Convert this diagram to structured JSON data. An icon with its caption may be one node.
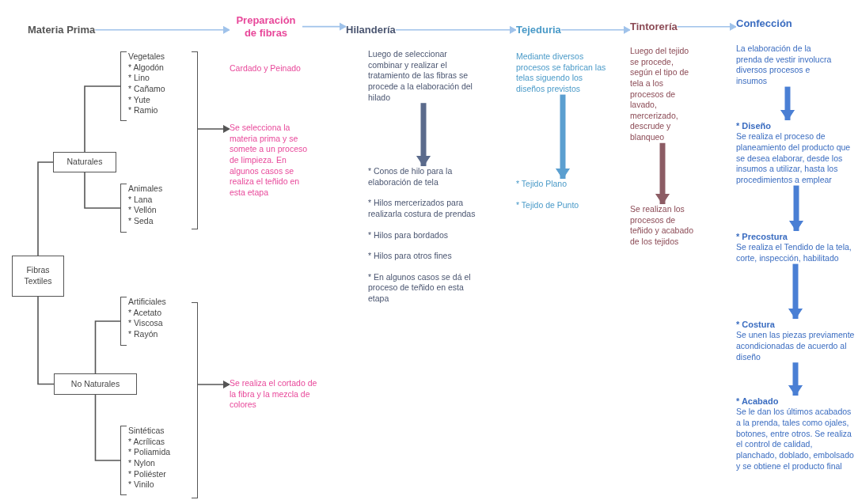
{
  "diagram": {
    "nodes": [
      {
        "text": [
          "Materia Prima"
        ]
      },
      {
        "text": [
          "Preparación de fibras"
        ]
      },
      {
        "text": [
          "Hilandería"
        ]
      },
      {
        "text": [
          "Tejeduria"
        ]
      },
      {
        "text": [
          "Tintorería"
        ]
      },
      {
        "text": [
          "Confección"
        ]
      },
      {
        "text": [
          "Fibras Textiles"
        ]
      },
      {
        "text": [
          "Naturales"
        ]
      },
      {
        "text": [
          "No Naturales"
        ]
      },
      {
        "text": [
          "Vegetales",
          "* Algodón",
          "* Lino",
          "* Cañamo",
          "* Yute",
          "* Ramio"
        ]
      },
      {
        "text": [
          "Animales",
          "* Lana",
          "* Vellón",
          "* Seda"
        ]
      },
      {
        "text": [
          "Artificiales",
          "* Acetato",
          "* Viscosa",
          "* Rayón"
        ]
      },
      {
        "text": [
          "Sintéticas",
          "* Acrílicas",
          "* Poliamida",
          "* Nylon",
          "* Poliéster",
          "* Vinilo"
        ]
      },
      {
        "text": [],
        "shape": "bracket"
      },
      {
        "text": [],
        "shape": "bracket"
      },
      {
        "text": [
          "Se selecciona la materia prima y se somete a un proceso de limpieza. En algunos casos se realiza el teñido en esta etapa"
        ]
      },
      {
        "text": [
          "Se realiza el cortado de la fibra y la mezcla de colores"
        ]
      },
      {
        "text": [
          "Luego de seleccionar combinar y realizar el tratamiento de las fibras se procede a la elaboración del hilado"
        ]
      },
      {
        "text": [
          "* Conos de hilo para la elaboración de tela",
          "* Hilos mercerizados para realizarla costura de prendas",
          "* Hilos para bordados",
          "* Hilos para otros fines",
          "* En algunos casos se dá el proceso de teñido en esta etapa"
        ]
      },
      {
        "text": [
          "Mediante diversos procesos se fabrican las telas siguendo los diseños previstos"
        ]
      },
      {
        "text": [
          "* Tejido Plano",
          "* Tejido de Punto"
        ]
      },
      {
        "text": [
          "Luego del tejido se procede, según el tipo de tela a los procesos de lavado, mercerizado, descrude y blanqueo"
        ]
      },
      {
        "text": [
          "Se realizan los procesos de teñido y acabado de los tejidos"
        ]
      },
      {
        "text": [
          "La elaboración de la prenda de vestir involucra diversos procesos e insumos"
        ]
      },
      {
        "text": [
          "* Diseño",
          "Se realiza el proceso de planeamiento del producto que se desea elaborar, desde los insumos a utilizar, hasta los procedimientos a emplear"
        ]
      },
      {
        "text": [
          "* Precostura",
          "Se realiza el Tendido de la tela, corte, inspección, habilitado"
        ]
      },
      {
        "text": [
          "* Costura",
          "Se unen las piezas previamente acondicionadas de acuerdo al diseño"
        ]
      },
      {
        "text": [
          "* Acabado",
          "Se le dan los últimos acabados a la prenda, tales como ojales, botones, entre otros. Se realiza el control de calidad, planchado, doblado, embolsado y se obtiene el producto final"
        ]
      }
    ],
    "edges": [
      {
        "from": 0,
        "to": 1,
        "arrow": "to",
        "color": "#9fc2ea"
      },
      {
        "from": 1,
        "to": 2,
        "arrow": "to",
        "color": "#9fc2ea"
      },
      {
        "from": 2,
        "to": 3,
        "arrow": "to",
        "color": "#9fc2ea"
      },
      {
        "from": 3,
        "to": 4,
        "arrow": "to",
        "color": "#9fc2ea"
      },
      {
        "from": 4,
        "to": 5,
        "arrow": "to",
        "color": "#9fc2ea"
      },
      {
        "from": 6,
        "to": 7,
        "arrow": "none"
      },
      {
        "from": 6,
        "to": 8,
        "arrow": "none"
      },
      {
        "from": 7,
        "to": 9,
        "arrow": "none"
      },
      {
        "from": 7,
        "to": 10,
        "arrow": "none"
      },
      {
        "from": 8,
        "to": 11,
        "arrow": "none"
      },
      {
        "from": 8,
        "to": 12,
        "arrow": "none"
      },
      {
        "from": 13,
        "to": 15,
        "arrow": "to"
      },
      {
        "from": 14,
        "to": 16,
        "arrow": "to"
      },
      {
        "from": 17,
        "to": 18,
        "arrow": "to",
        "style": "thick",
        "color": "#5b6b8c"
      },
      {
        "from": 19,
        "to": 20,
        "arrow": "to",
        "style": "thick",
        "color": "#5b9fd0"
      },
      {
        "from": 21,
        "to": 22,
        "arrow": "to",
        "style": "thick",
        "color": "#8c5c64"
      },
      {
        "from": 23,
        "to": 24,
        "arrow": "to",
        "style": "thick",
        "color": "#4a7fd4"
      },
      {
        "from": 24,
        "to": 25,
        "arrow": "to",
        "style": "thick",
        "color": "#4a7fd4"
      },
      {
        "from": 25,
        "to": 26,
        "arrow": "to",
        "style": "thick",
        "color": "#4a7fd4"
      },
      {
        "from": 26,
        "to": 27,
        "arrow": "to",
        "style": "thick",
        "color": "#4a7fd4"
      }
    ],
    "labels": [
      "Cardado y Peinado"
    ]
  }
}
